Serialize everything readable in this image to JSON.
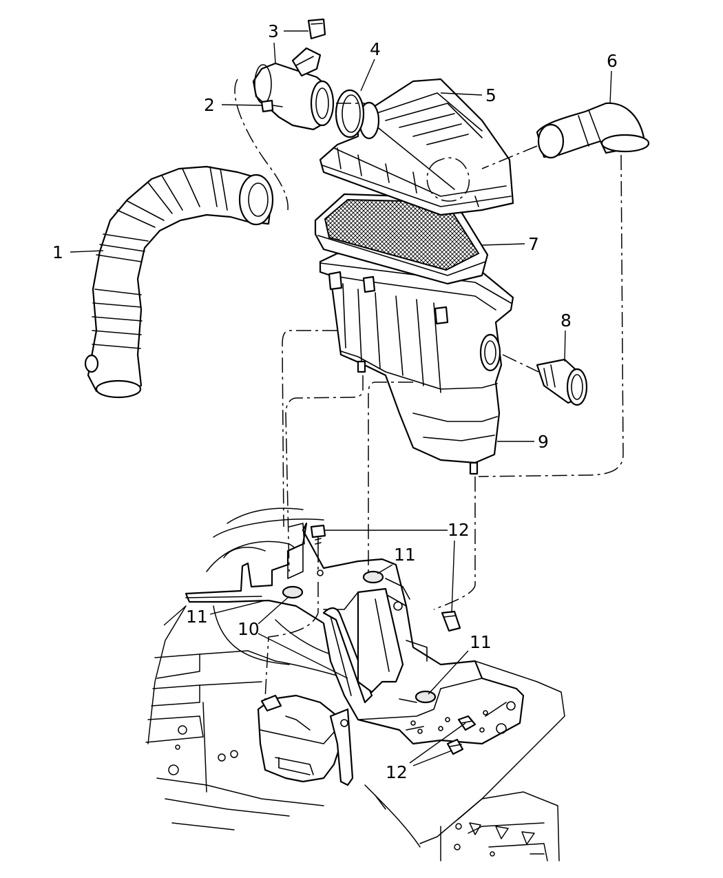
{
  "callouts": {
    "c1": "1",
    "c2": "2",
    "c3": "3",
    "c4": "4",
    "c5": "5",
    "c6": "6",
    "c7": "7",
    "c8": "8",
    "c9": "9",
    "c10": "10",
    "c11a": "11",
    "c11b": "11",
    "c11c": "11",
    "c12a": "12",
    "c12b": "12"
  }
}
